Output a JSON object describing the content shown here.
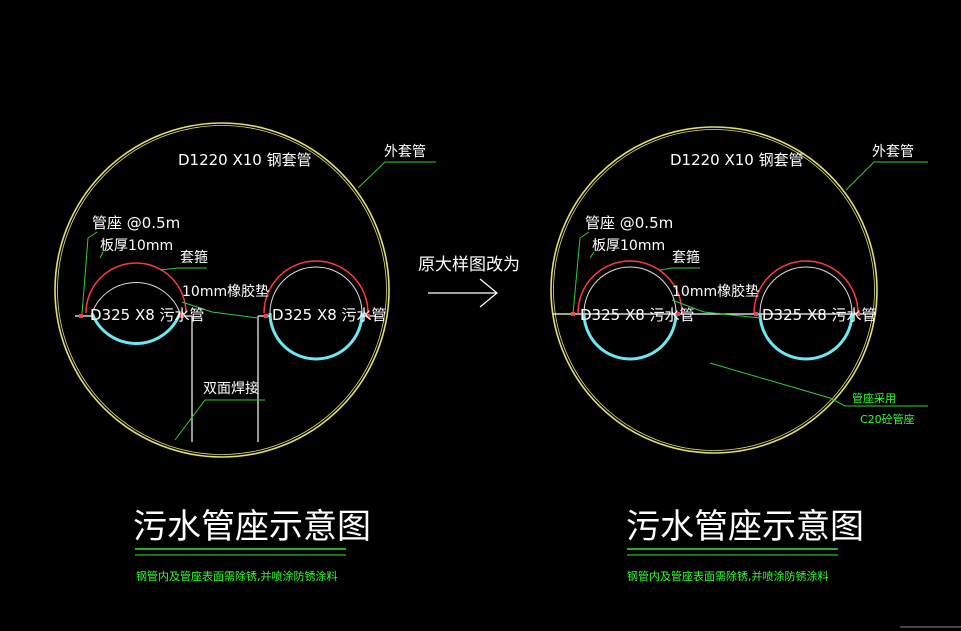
{
  "colors": {
    "background": "#000000",
    "outer_pipe": "#e0e070",
    "saddle": "#ff3b3b",
    "pipe_lining": "#6ee8f0",
    "leader": "#33cc33",
    "text": "#ffffff",
    "note": "#33ff33",
    "underline": "#2ee82e"
  },
  "left": {
    "outer_pipe_label": "D1220 X10 钢套管",
    "casing_callout": "外套管",
    "support_label": "管座 @0.5m",
    "plate_label": "板厚10mm",
    "saddle_label": "套箍",
    "gasket_label": "10mm橡胶垫",
    "pipe_a_label": "D325 X8 污水管",
    "pipe_b_label": "D325 X8 污水管",
    "weld_label": "双面焊接",
    "title": "污水管座示意图",
    "note": "钢管内及管座表面需除锈,并喷涂防锈涂料"
  },
  "arrow_label": "原大样图改为",
  "right": {
    "outer_pipe_label": "D1220 X10 钢套管",
    "casing_callout": "外套管",
    "support_label": "管座 @0.5m",
    "plate_label": "板厚10mm",
    "saddle_label": "套箍",
    "gasket_label": "10mm橡胶垫",
    "pipe_a_label": "D325 X8 污水管",
    "pipe_b_label": "D325 X8 污水管",
    "concrete_label_1": "管座采用",
    "concrete_label_2": "C20砼管座",
    "title": "污水管座示意图",
    "note": "钢管内及管座表面需除锈,并喷涂防锈涂料"
  }
}
